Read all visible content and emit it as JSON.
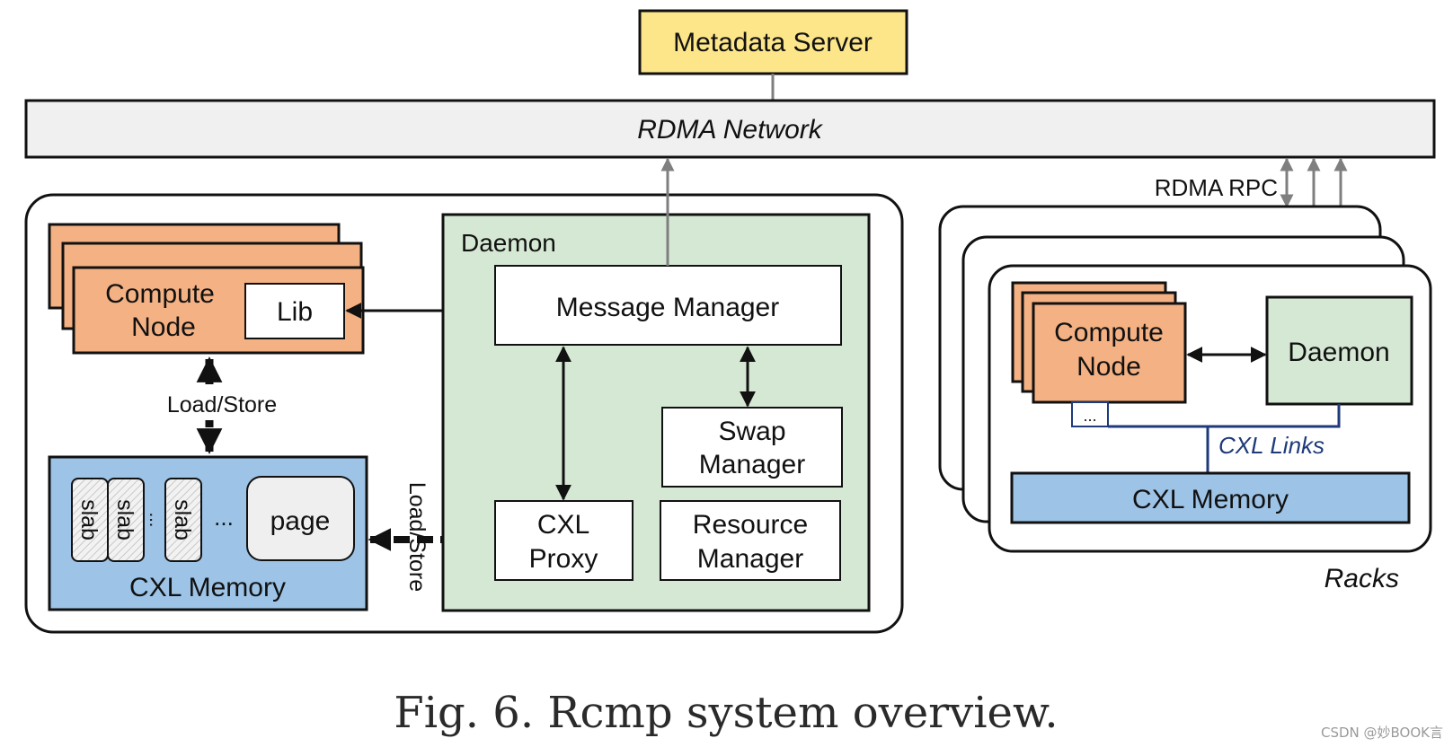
{
  "metadata_server": {
    "label": "Metadata Server"
  },
  "rdma_network": {
    "label": "RDMA Network"
  },
  "rdma_rpc": {
    "label": "RDMA RPC"
  },
  "left_rack": {
    "compute_node": {
      "line1": "Compute",
      "line2": "Node",
      "lib": "Lib"
    },
    "load_store_vertical": "Load/Store",
    "load_store_side": "Load/Store",
    "cxl_memory": {
      "label": "CXL Memory",
      "slabs": [
        "slab",
        "slab",
        "slab"
      ],
      "slab_dots": "...",
      "ellipsis": "...",
      "page": "page"
    },
    "daemon": {
      "title": "Daemon",
      "message_manager": "Message Manager",
      "swap_manager": {
        "line1": "Swap",
        "line2": "Manager"
      },
      "cxl_proxy": {
        "line1": "CXL",
        "line2": "Proxy"
      },
      "resource_manager": {
        "line1": "Resource",
        "line2": "Manager"
      }
    }
  },
  "right_racks": {
    "compute_node": {
      "line1": "Compute",
      "line2": "Node"
    },
    "daemon": "Daemon",
    "port_dots": "...",
    "cxl_links": "CXL  Links",
    "cxl_memory": "CXL  Memory",
    "racks_label": "Racks"
  },
  "caption": "Fig. 6.  Rcmp system overview.",
  "watermark": "CSDN @妙BOOK言",
  "colors": {
    "metadata_fill": "#fde68a",
    "compute_fill": "#f4b183",
    "daemon_fill": "#d5e8d4",
    "cxl_memory_fill": "#9dc3e6",
    "network_fill": "#f0f0f0",
    "cxl_link": "#1f3a7a"
  }
}
